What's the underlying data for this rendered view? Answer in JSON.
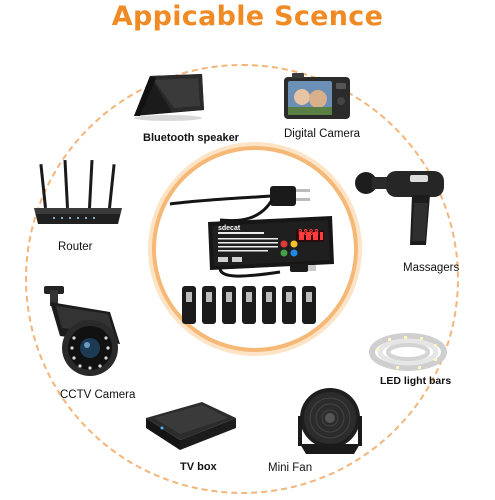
{
  "title": "Appicable Scence",
  "colors": {
    "accent": "#f08a24",
    "ring": "#f6b877",
    "device": "#1f1f1f"
  },
  "devices": [
    {
      "label": "Bluetooth speaker",
      "icon": "bluetooth-speaker-icon"
    },
    {
      "label": "Digital Camera",
      "icon": "digital-camera-icon"
    },
    {
      "label": "Router",
      "icon": "router-icon"
    },
    {
      "label": "Massagers",
      "icon": "massage-gun-icon"
    },
    {
      "label": "CCTV Camera",
      "icon": "cctv-camera-icon"
    },
    {
      "label": "LED light bars",
      "icon": "led-strip-icon"
    },
    {
      "label": "TV box",
      "icon": "tv-box-icon"
    },
    {
      "label": "Mini Fan",
      "icon": "mini-fan-icon"
    }
  ],
  "adapter": {
    "brand": "sdecat",
    "display": "8888"
  }
}
